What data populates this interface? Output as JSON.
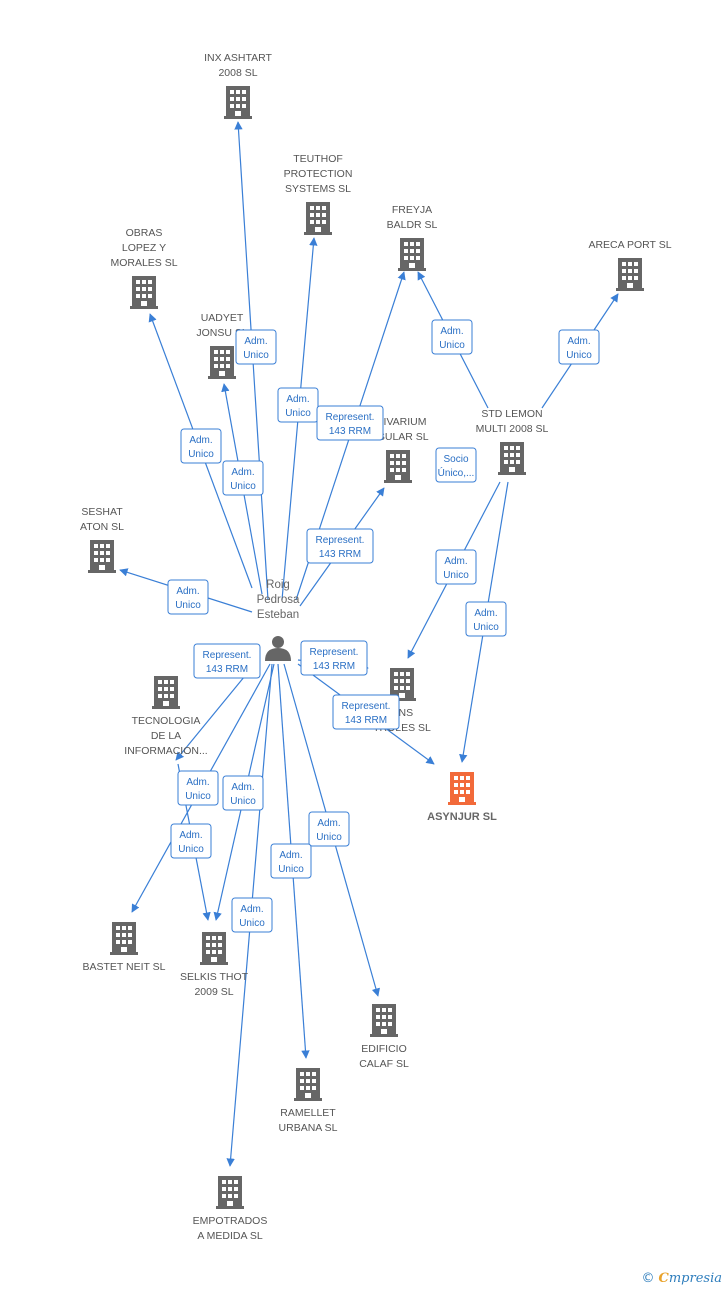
{
  "colors": {
    "edge": "#3a7fd6",
    "node": "#666666",
    "highlight": "#f26a3a"
  },
  "person": {
    "label_lines": [
      "Roig",
      "Pedrosa",
      "Esteban"
    ],
    "icon": "person-icon"
  },
  "companies": [
    {
      "id": "inx",
      "lines": [
        "INX ASHTART",
        "2008 SL"
      ],
      "icon": "building-icon"
    },
    {
      "id": "teuthof",
      "lines": [
        "TEUTHOF",
        "PROTECTION",
        "SYSTEMS SL"
      ],
      "icon": "building-icon"
    },
    {
      "id": "freyja",
      "lines": [
        "FREYJA",
        "BALDR SL"
      ],
      "icon": "building-icon"
    },
    {
      "id": "areca",
      "lines": [
        "ARECA PORT SL"
      ],
      "icon": "building-icon"
    },
    {
      "id": "obras",
      "lines": [
        "OBRAS",
        "LOPEZ Y",
        "MORALES SL"
      ],
      "icon": "building-icon"
    },
    {
      "id": "uadyet",
      "lines": [
        "UADYET",
        "JONSU SL"
      ],
      "icon": "building-icon"
    },
    {
      "id": "olivarium",
      "lines": [
        "OLIVARIUM",
        "INSULAR SL"
      ],
      "icon": "building-icon"
    },
    {
      "id": "stdlemon",
      "lines": [
        "STD LEMON",
        "MULTI 2008 SL"
      ],
      "icon": "building-icon"
    },
    {
      "id": "seshat",
      "lines": [
        "SESHAT",
        "ATON SL"
      ],
      "icon": "building-icon"
    },
    {
      "id": "tecnologia",
      "lines": [
        "TECNOLOGIA",
        "DE LA",
        "INFORMACION..."
      ],
      "icon": "building-icon"
    },
    {
      "id": "uns",
      "lines": [
        "UNS",
        "TROLES SL"
      ],
      "icon": "building-icon"
    },
    {
      "id": "asynjur",
      "lines": [
        "ASYNJUR SL"
      ],
      "icon": "building-icon",
      "main": true
    },
    {
      "id": "bastet",
      "lines": [
        "BASTET NEIT SL"
      ],
      "icon": "building-icon"
    },
    {
      "id": "selkis",
      "lines": [
        "SELKIS THOT",
        "2009 SL"
      ],
      "icon": "building-icon"
    },
    {
      "id": "edificio",
      "lines": [
        "EDIFICIO",
        "CALAF SL"
      ],
      "icon": "building-icon"
    },
    {
      "id": "ramellet",
      "lines": [
        "RAMELLET",
        "URBANA SL"
      ],
      "icon": "building-icon"
    },
    {
      "id": "empotrados",
      "lines": [
        "EMPOTRADOS",
        "A MEDIDA SL"
      ],
      "icon": "building-icon"
    }
  ],
  "edges": [
    {
      "from": "person",
      "to": "inx",
      "lines": [
        "Adm.",
        "Unico"
      ]
    },
    {
      "from": "person",
      "to": "teuthof",
      "lines": [
        "Adm.",
        "Unico"
      ]
    },
    {
      "from": "person",
      "to": "freyja",
      "lines": [
        "Represent.",
        "143 RRM"
      ]
    },
    {
      "from": "person",
      "to": "obras",
      "lines": [
        "Adm.",
        "Unico"
      ]
    },
    {
      "from": "person",
      "to": "uadyet",
      "lines": [
        "Adm.",
        "Unico"
      ]
    },
    {
      "from": "person",
      "to": "olivarium",
      "lines": [
        "Represent.",
        "143 RRM"
      ]
    },
    {
      "from": "person",
      "to": "seshat",
      "lines": [
        "Adm.",
        "Unico"
      ]
    },
    {
      "from": "person",
      "to": "tecnologia",
      "lines": [
        "Represent.",
        "143 RRM"
      ]
    },
    {
      "from": "person",
      "to": "uns",
      "lines": [
        "Represent.",
        "143 RRM"
      ]
    },
    {
      "from": "person",
      "to": "asynjur",
      "lines": [
        "Represent.",
        "143 RRM"
      ]
    },
    {
      "from": "person",
      "to": "bastet",
      "lines": [
        "Adm.",
        "Unico"
      ]
    },
    {
      "from": "person",
      "to": "selkis",
      "lines": [
        "Adm.",
        "Unico"
      ]
    },
    {
      "from": "person",
      "to": "edificio",
      "lines": [
        "Adm.",
        "Unico"
      ]
    },
    {
      "from": "person",
      "to": "ramellet",
      "lines": [
        "Adm.",
        "Unico"
      ]
    },
    {
      "from": "person",
      "to": "empotrados",
      "lines": [
        "Adm.",
        "Unico"
      ]
    },
    {
      "from": "stdlemon",
      "to": "freyja",
      "lines": [
        "Adm.",
        "Unico"
      ]
    },
    {
      "from": "stdlemon",
      "to": "areca",
      "lines": [
        "Adm.",
        "Unico"
      ]
    },
    {
      "from": "stdlemon",
      "to": "uns",
      "lines": [
        "Adm.",
        "Unico"
      ]
    },
    {
      "from": "stdlemon",
      "to": "asynjur",
      "lines": [
        "Adm.",
        "Unico"
      ]
    },
    {
      "from": "stdlemon",
      "to": "stdlemon",
      "lines": [
        "Socio",
        "Único,..."
      ]
    },
    {
      "from": "tecnologia",
      "to": "selkis",
      "lines": [
        "Adm.",
        "Unico"
      ]
    }
  ],
  "brand": {
    "copyright": "©",
    "initial": "C",
    "name": "mpresia"
  }
}
